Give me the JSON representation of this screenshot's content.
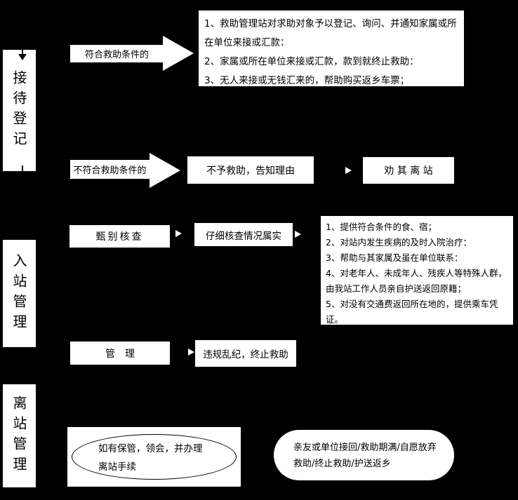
{
  "colors": {
    "background": "#000000",
    "shape_fill": "#ffffff",
    "shape_text": "#000000",
    "connector": "#ffffff"
  },
  "stages": [
    {
      "label": "接待登记"
    },
    {
      "label": "入站管理"
    },
    {
      "label": "离站管理"
    }
  ],
  "reception": {
    "qualified_label": "符合救助条件的",
    "qualified_actions": [
      "1、救助管理站对求助对象予以登记、询问、并通知家属或所在单位来接或汇款：",
      "2、家属或所在单位来接或汇款，款到就终止救助：",
      "3、无人来接或无钱汇来的，帮助购买返乡车票；"
    ],
    "unqualified_label": "不符合救助条件的",
    "refuse_box": "不予救助，告知理由",
    "leave_box": "劝 其 离 站"
  },
  "in_station": {
    "screening_box": "甄别核查",
    "verify_box": "仔细核查情况属实",
    "services": [
      "1、提供符合条件的食、宿；",
      "2、对站内发生疾病的及时入院治疗：",
      "3、帮助与其家属及虽在单位联系：",
      "4、对老年人、未成年人、残疾人等特殊人群，由我站工作人员亲自护送返回原籍；",
      "5、对没有交通费返回所在地的，提供乘车凭证。"
    ],
    "management_box": "管　理",
    "violation_box": "违规乱纪，终止救助"
  },
  "departure": {
    "storage_note": "如有保管，领会，并办理离站手续",
    "conditions_box": "亲友或单位接回/救助期满/自愿放弃救助/终止救助/护送返乡"
  }
}
